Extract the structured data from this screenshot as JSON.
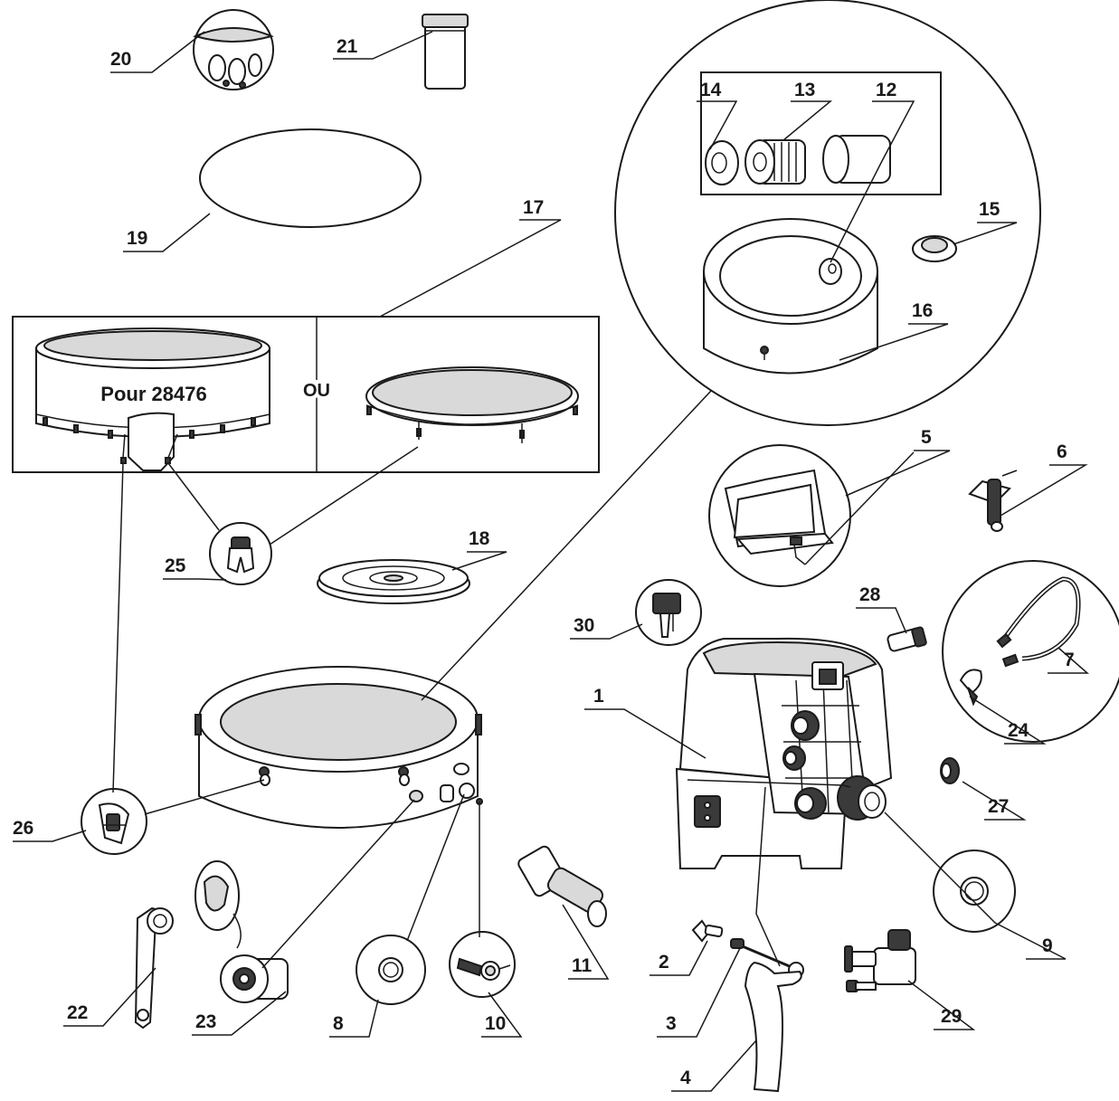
{
  "parts": {
    "p1": "1",
    "p2": "2",
    "p3": "3",
    "p4": "4",
    "p5": "5",
    "p6": "6",
    "p7": "7",
    "p8": "8",
    "p9": "9",
    "p10": "10",
    "p11": "11",
    "p12": "12",
    "p13": "13",
    "p14": "14",
    "p15": "15",
    "p16": "16",
    "p17": "17",
    "p18": "18",
    "p19": "19",
    "p20": "20",
    "p21": "21",
    "p22": "22",
    "p23": "23",
    "p24": "24",
    "p25": "25",
    "p26": "26",
    "p27": "27",
    "p28": "28",
    "p29": "29",
    "p30": "30"
  },
  "cover_box": {
    "model_text": "Pour 28476",
    "or_text": "OU"
  }
}
